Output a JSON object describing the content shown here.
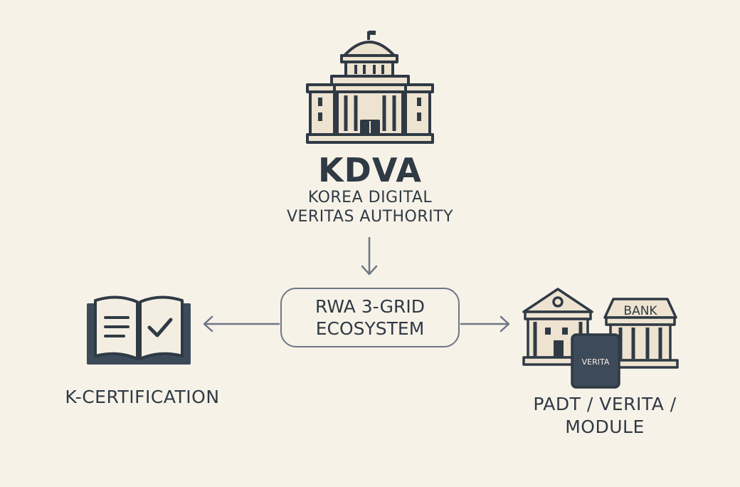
{
  "authority": {
    "title": "KDVA",
    "subtitle_line1": "KOREA DIGITAL",
    "subtitle_line2": "VERITAS AUTHORITY"
  },
  "center": {
    "line1": "RWA 3-GRID",
    "line2": "ECOSYSTEM"
  },
  "left": {
    "label": "K-CERTIFICATION"
  },
  "right": {
    "label_line1": "PADT / VERITA /",
    "label_line2": "MODULE",
    "bank_sign": "BANK",
    "device_label": "VERITA"
  },
  "colors": {
    "background": "#f7f2e8",
    "ink": "#2f3a45",
    "fill": "#ede3d0",
    "line": "#6d7785"
  }
}
